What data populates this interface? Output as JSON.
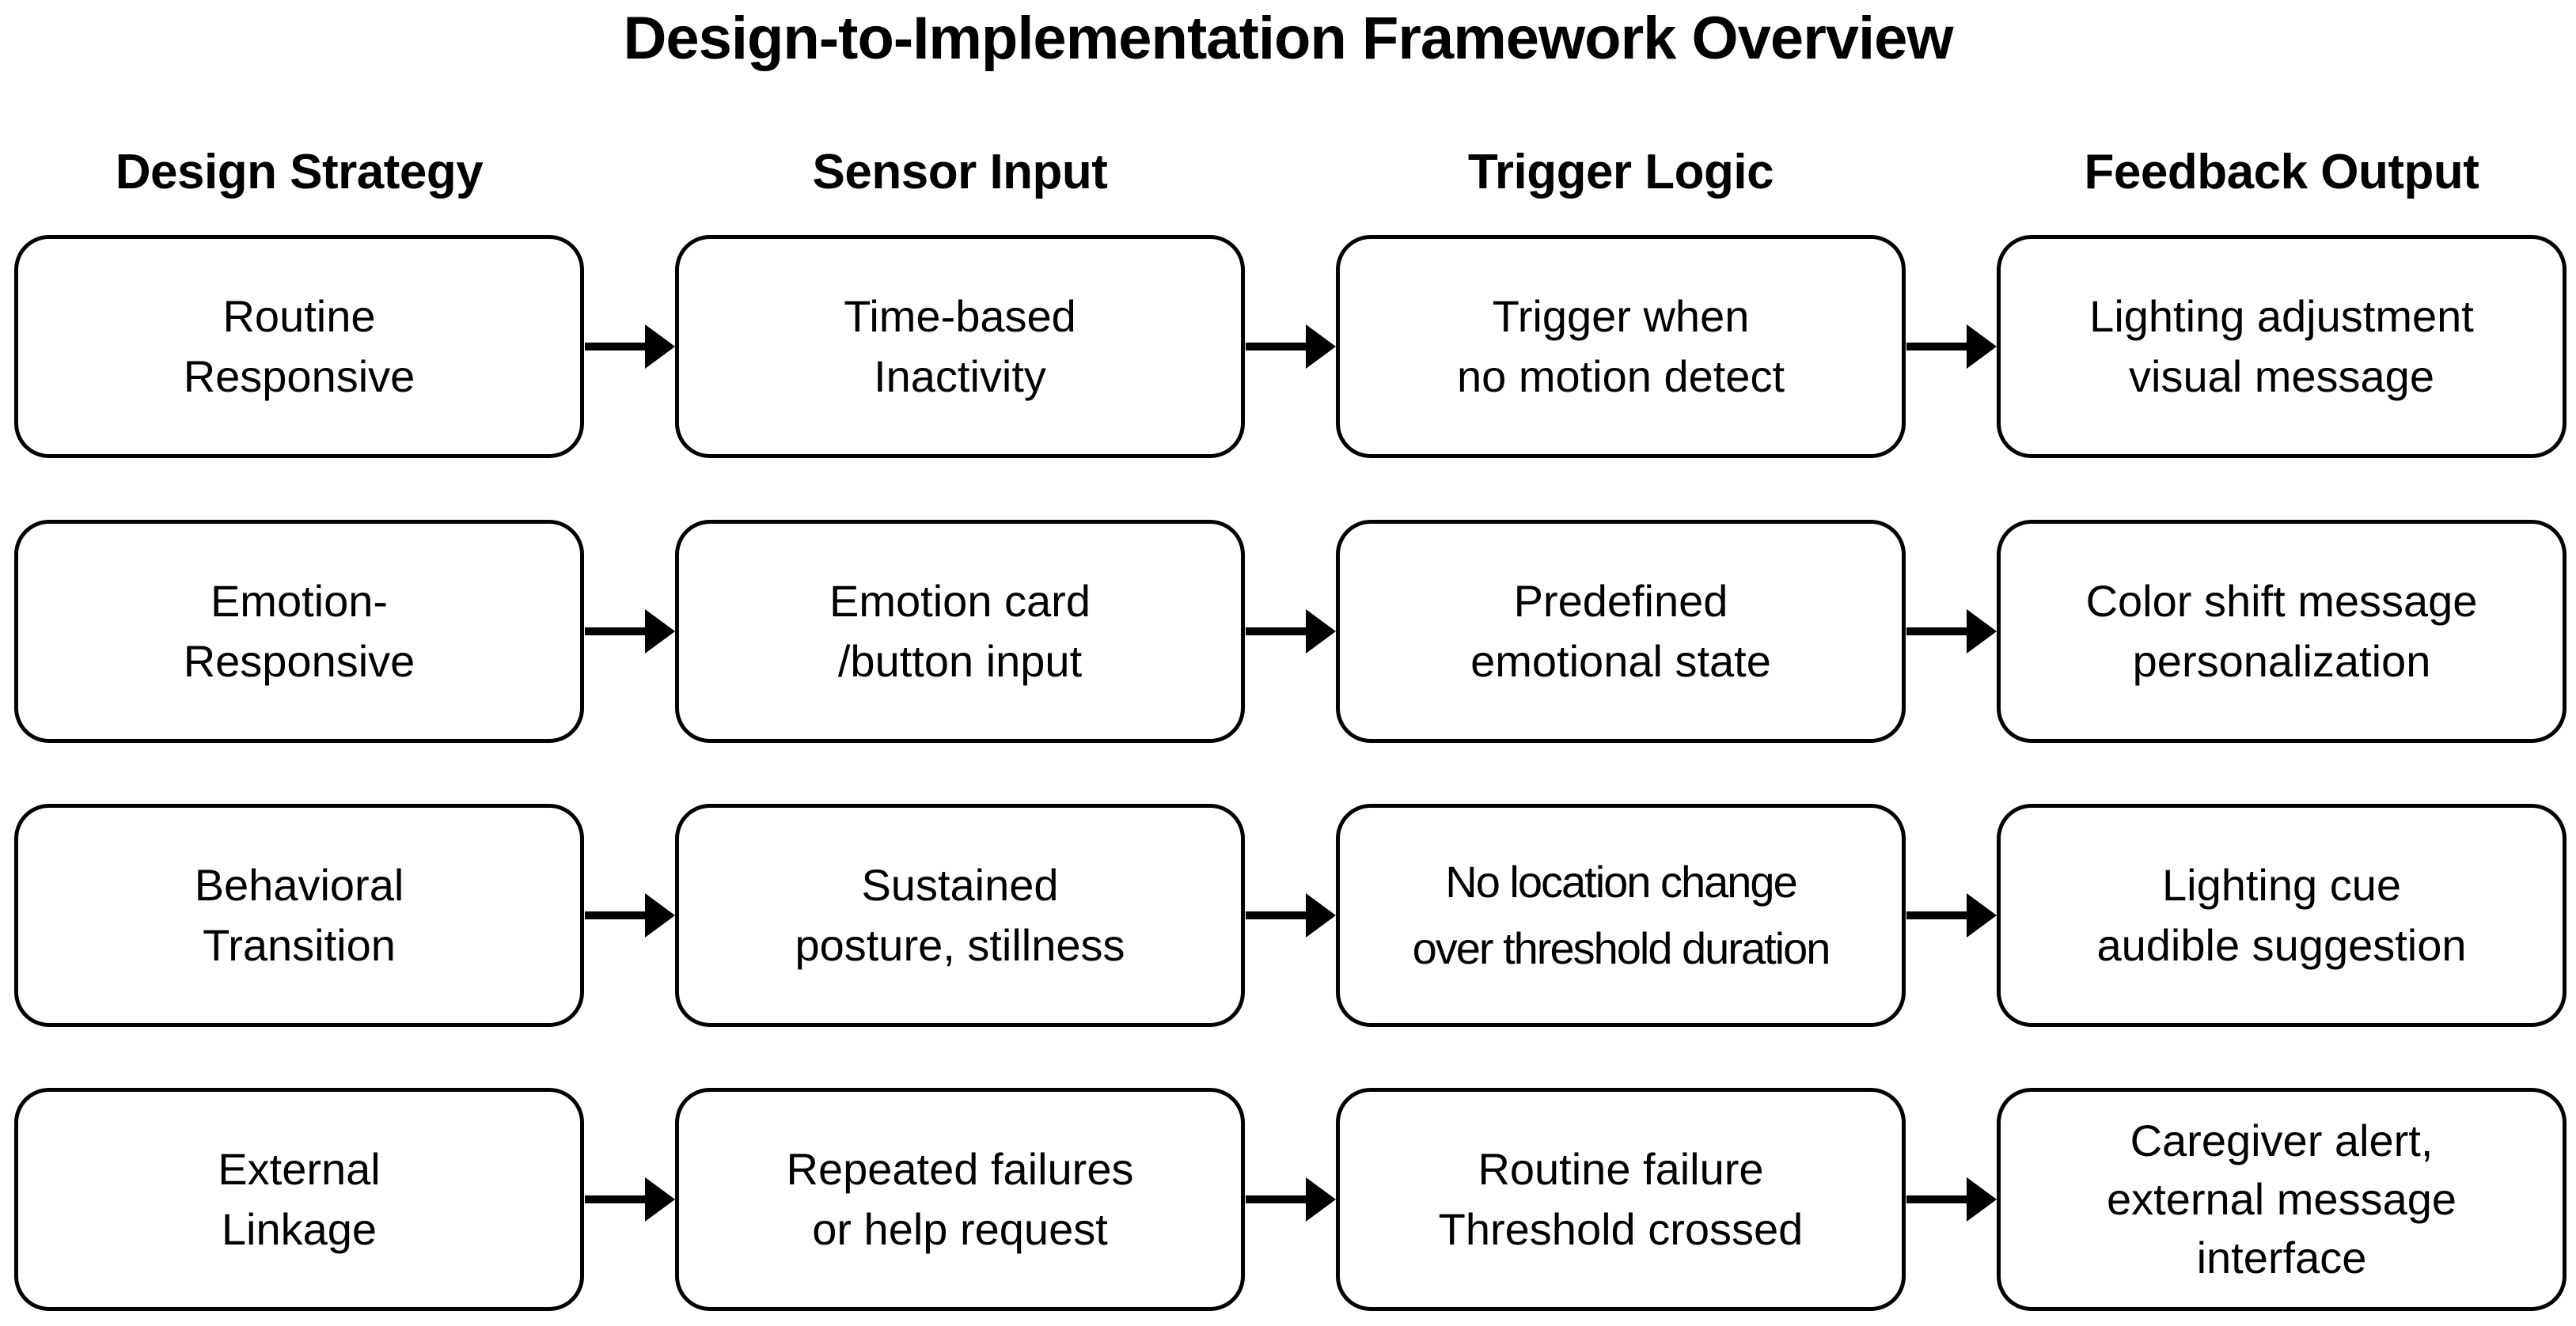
{
  "title": "Design-to-Implementation Framework Overview",
  "columns": [
    "Design Strategy",
    "Sensor Input",
    "Trigger Logic",
    "Feedback Output"
  ],
  "rows": [
    {
      "strategy": [
        "Routine",
        "Responsive"
      ],
      "sensor": [
        "Time-based",
        "Inactivity"
      ],
      "trigger": [
        "Trigger when",
        "no motion detect"
      ],
      "feedback": [
        "Lighting adjustment",
        "visual message"
      ]
    },
    {
      "strategy": [
        "Emotion-",
        "Responsive"
      ],
      "sensor": [
        "Emotion card",
        "/button input"
      ],
      "trigger": [
        "Predefined",
        "emotional state"
      ],
      "feedback": [
        "Color shift message",
        "personalization"
      ]
    },
    {
      "strategy": [
        "Behavioral",
        "Transition"
      ],
      "sensor": [
        "Sustained",
        "posture, stillness"
      ],
      "trigger": [
        "No location change",
        "over threshold duration"
      ],
      "feedback": [
        "Lighting cue",
        "audible suggestion"
      ]
    },
    {
      "strategy": [
        "External",
        "Linkage"
      ],
      "sensor": [
        "Repeated failures",
        "or help request"
      ],
      "trigger": [
        "Routine failure",
        "Threshold crossed"
      ],
      "feedback": [
        "Caregiver alert,",
        "external message",
        "interface"
      ]
    }
  ]
}
